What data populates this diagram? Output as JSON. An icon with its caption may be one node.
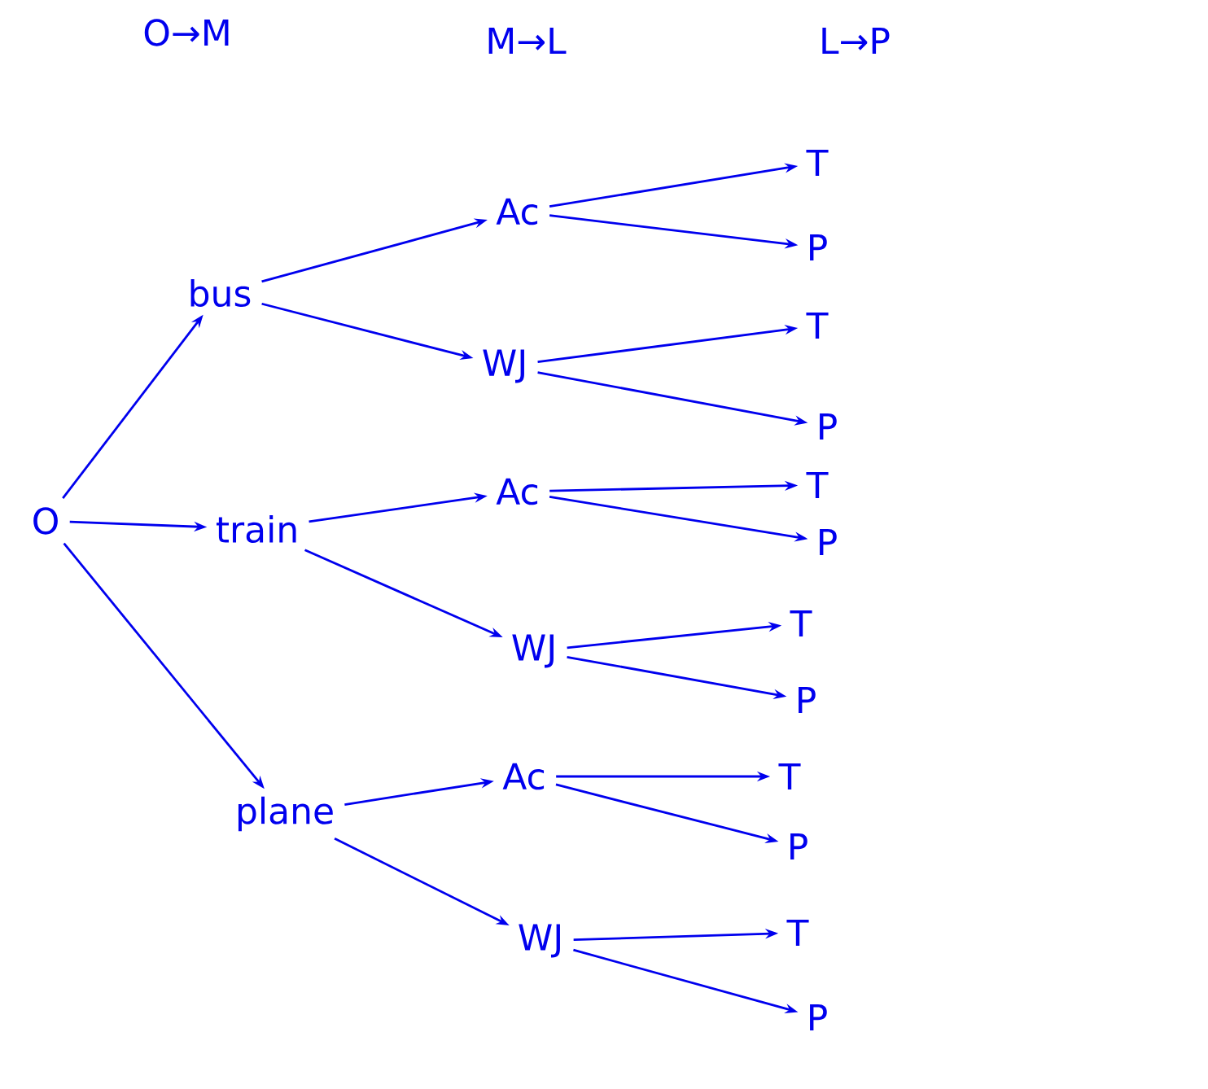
{
  "diagram": {
    "nodes": [
      {
        "text": [
          "O"
        ]
      },
      {
        "text": [
          "bus"
        ]
      },
      {
        "text": [
          "train"
        ]
      },
      {
        "text": [
          "plane"
        ]
      },
      {
        "text": [
          "Ac"
        ]
      },
      {
        "text": [
          "WJ"
        ]
      },
      {
        "text": [
          "Ac"
        ]
      },
      {
        "text": [
          "WJ"
        ]
      },
      {
        "text": [
          "Ac"
        ]
      },
      {
        "text": [
          "WJ"
        ]
      },
      {
        "text": [
          "T"
        ]
      },
      {
        "text": [
          "P"
        ]
      },
      {
        "text": [
          "T"
        ]
      },
      {
        "text": [
          "P"
        ]
      },
      {
        "text": [
          "T"
        ]
      },
      {
        "text": [
          "P"
        ]
      },
      {
        "text": [
          "T"
        ]
      },
      {
        "text": [
          "P"
        ]
      },
      {
        "text": [
          "T"
        ]
      },
      {
        "text": [
          "P"
        ]
      },
      {
        "text": [
          "T"
        ]
      },
      {
        "text": [
          "P"
        ]
      }
    ],
    "edges": [
      {
        "from": 0,
        "to": 1,
        "arrow": "to"
      },
      {
        "from": 0,
        "to": 2,
        "arrow": "to"
      },
      {
        "from": 0,
        "to": 3,
        "arrow": "to"
      },
      {
        "from": 1,
        "to": 4,
        "arrow": "to"
      },
      {
        "from": 1,
        "to": 5,
        "arrow": "to"
      },
      {
        "from": 2,
        "to": 6,
        "arrow": "to"
      },
      {
        "from": 2,
        "to": 7,
        "arrow": "to"
      },
      {
        "from": 3,
        "to": 8,
        "arrow": "to"
      },
      {
        "from": 3,
        "to": 9,
        "arrow": "to"
      },
      {
        "from": 4,
        "to": 10,
        "arrow": "to"
      },
      {
        "from": 4,
        "to": 11,
        "arrow": "to"
      },
      {
        "from": 5,
        "to": 12,
        "arrow": "to"
      },
      {
        "from": 5,
        "to": 13,
        "arrow": "to"
      },
      {
        "from": 6,
        "to": 14,
        "arrow": "to"
      },
      {
        "from": 6,
        "to": 15,
        "arrow": "to"
      },
      {
        "from": 7,
        "to": 16,
        "arrow": "to"
      },
      {
        "from": 7,
        "to": 17,
        "arrow": "to"
      },
      {
        "from": 8,
        "to": 18,
        "arrow": "to"
      },
      {
        "from": 8,
        "to": 19,
        "arrow": "to"
      },
      {
        "from": 9,
        "to": 20,
        "arrow": "to"
      },
      {
        "from": 9,
        "to": 21,
        "arrow": "to"
      }
    ],
    "labels": [
      "O→M",
      "M→L",
      "L→P"
    ]
  }
}
